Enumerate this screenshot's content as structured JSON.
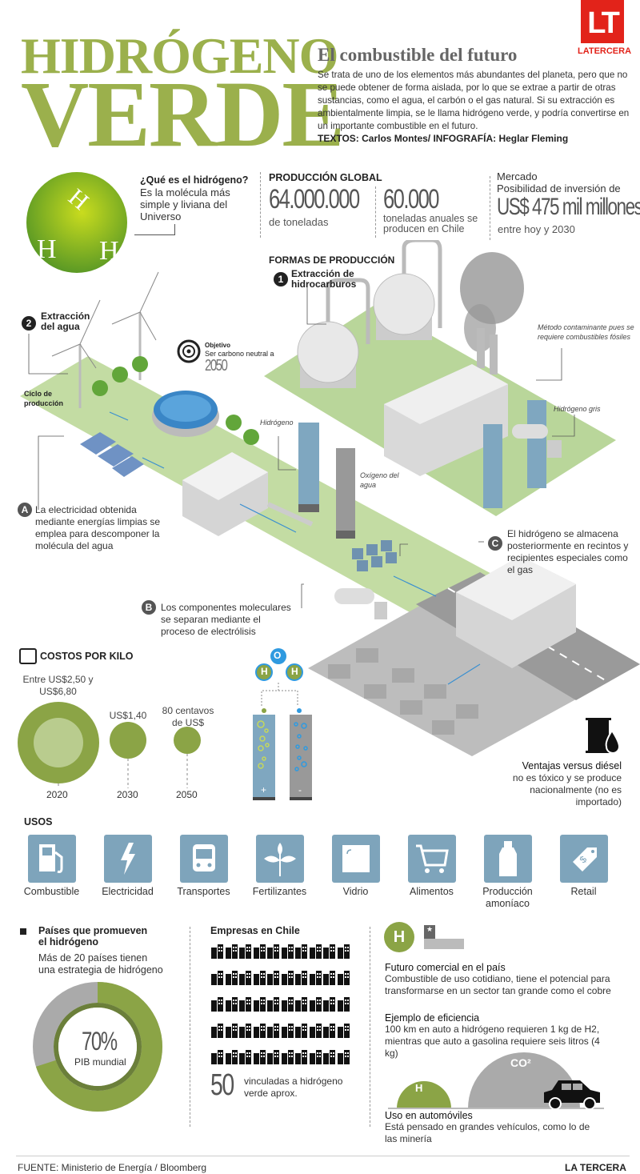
{
  "header": {
    "title_line1": "HIDRÓGENO",
    "title_line2": "VERDE",
    "logo": "LT",
    "logo_sub": "LATERCERA",
    "subtitle": "El combustible del futuro",
    "intro": "Se trata de uno de los elementos más abundantes del planeta, pero que no se puede obtener de forma aislada, por lo que se extrae a partir de otras sustancias, como el agua, el carbón o el gas natural. Si su extracción es ambientalmente limpia, se le llama hidrógeno verde, y podría convertirse en un importante combustible en el futuro.",
    "credit": "TEXTOS: Carlos Montes/ INFOGRAFÍA: Heglar Fleming"
  },
  "what": {
    "sphere_letter": "H",
    "title": "¿Qué es el hidrógeno?",
    "text": "Es la molécula más simple y liviana del Universo"
  },
  "production": {
    "title": "PRODUCCIÓN GLOBAL",
    "global_value": "64.000.000",
    "global_unit": "de toneladas",
    "chile_value": "60.000",
    "chile_unit": "toneladas anuales se producen en Chile"
  },
  "market": {
    "title": "Mercado",
    "text": "Posibilidad de inversión de",
    "value": "US$ 475 mil millones",
    "period": "entre hoy y 2030"
  },
  "forms": {
    "title": "FORMAS DE PRODUCCIÓN",
    "m1_num": "1",
    "m1": "Extracción de hidrocarburos",
    "m2_num": "2",
    "m2": "Extracción del agua",
    "cycle": "Ciclo de producción",
    "objective_title": "Objetivo",
    "objective_text": "Ser carbono neutral a",
    "objective_year": "2050",
    "polluting": "Método contaminante pues se requiere combustibles fósiles",
    "grey_h": "Hidrógeno gris",
    "hydrogen": "Hidrógeno",
    "oxygen": "Oxígeno del agua",
    "a_letter": "A",
    "a_text": "La electricidad obtenida mediante energías limpias se emplea para descomponer la molécula del agua",
    "b_letter": "B",
    "b_text": "Los componentes moleculares se separan mediante el proceso de electrólisis",
    "c_letter": "C",
    "c_text": "El hidrógeno se almacena posteriormente en recintos y recipientes especiales como el gas"
  },
  "costs": {
    "title": "COSTOS POR KILO",
    "items": [
      {
        "label": "Entre US$2,50 y US$6,80",
        "year": "2020"
      },
      {
        "label": "US$1,40",
        "year": "2030"
      },
      {
        "label": "80 centavos de US$",
        "year": "2050"
      }
    ]
  },
  "molecule": {
    "o": "O",
    "h": "H",
    "plus": "+",
    "minus": "-"
  },
  "diesel": {
    "title": "Ventajas versus diésel",
    "text": "no es tóxico y se produce nacionalmente (no es importado)"
  },
  "usos": {
    "title": "USOS",
    "items": [
      "Combustible",
      "Electricidad",
      "Transportes",
      "Fertilizantes",
      "Vidrio",
      "Alimentos",
      "Producción amoníaco",
      "Retail"
    ]
  },
  "countries": {
    "title": "Países que promueven el hidrógeno",
    "text": "Más de 20 países tienen una estrategia de hidrógeno",
    "pct": "70%",
    "pct_value": 70,
    "pct_label": "PIB mundial"
  },
  "companies": {
    "title": "Empresas en Chile",
    "count": "50",
    "text": "vinculadas a hidrógeno verde aprox.",
    "icons": 50
  },
  "future": {
    "h": "H",
    "title": "Futuro comercial en el país",
    "text": "Combustible de uso cotidiano, tiene el potencial para transformarse en un sector tan grande como el cobre",
    "eff_title": "Ejemplo de eficiencia",
    "eff_text": "100 km en auto a hidrógeno requieren 1 kg de H2, mientras que auto a gasolina requiere seis litros (4 kg)",
    "h_label": "H",
    "co2_label": "CO²",
    "auto_title": "Uso en automóviles",
    "auto_text": "Está pensado en grandes vehículos, como lo de las minería"
  },
  "footer": {
    "source": "FUENTE: Ministerio de Energía / Bloomberg",
    "brand": "LA TERCERA"
  },
  "colors": {
    "green": "#9bb04c",
    "red": "#e2231a",
    "blue": "#7ea4bb"
  }
}
